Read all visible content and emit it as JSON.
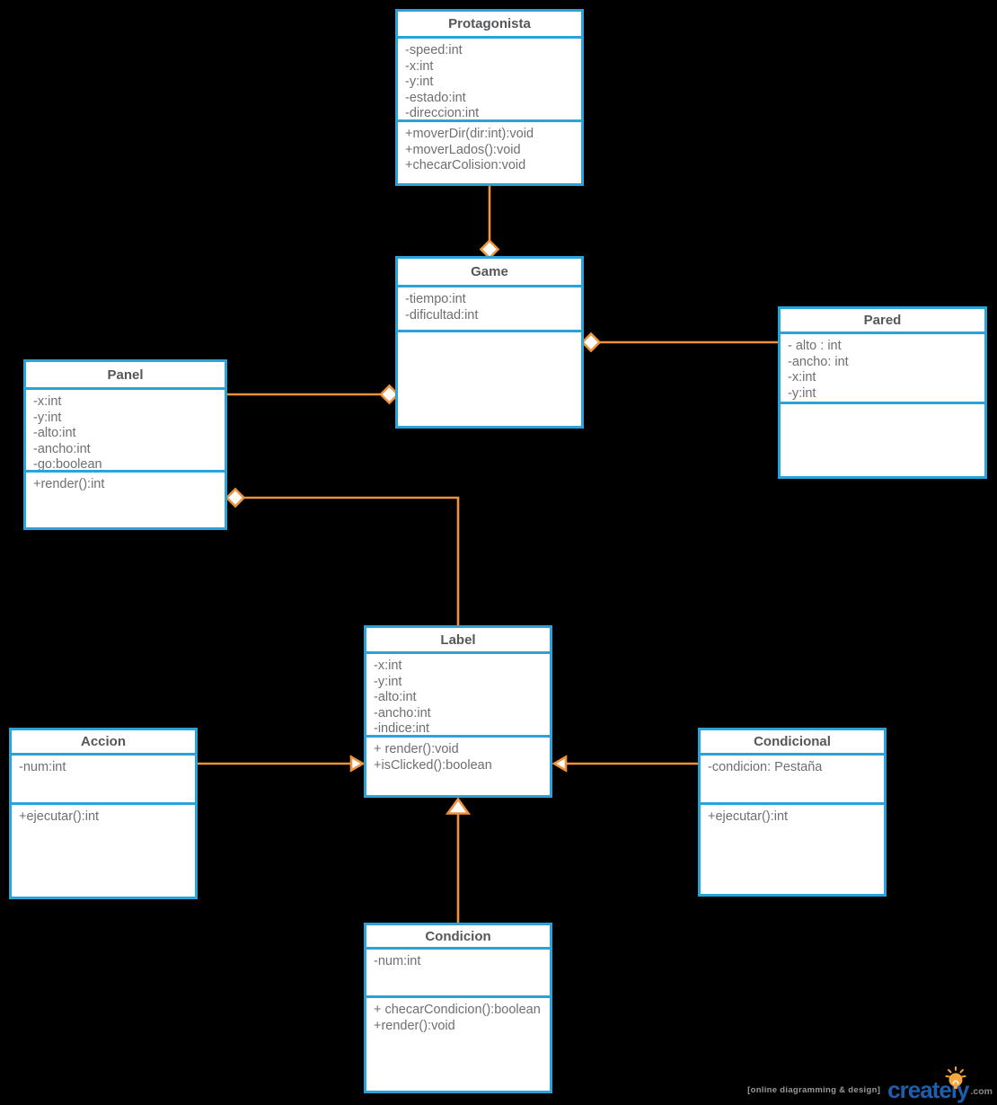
{
  "diagram": {
    "kind": "uml-class-diagram",
    "background": "#000000"
  },
  "palette": {
    "box_border": "#2aa3db",
    "box_fill": "#ffffff",
    "connector": "#f0923c",
    "header_text": "#55575b",
    "body_text": "#6d6f73",
    "brand_blue": "#1d5fae",
    "bulb_yellow": "#f9a63c"
  },
  "classes": [
    {
      "name": "Protagonista",
      "attributes": [
        "-speed:int",
        "-x:int",
        "-y:int",
        "-estado:int",
        "-direccion:int"
      ],
      "methods": [
        "+moverDir(dir:int):void",
        "+moverLados():void",
        "+checarColision:void"
      ]
    },
    {
      "name": "Game",
      "attributes": [
        "-tiempo:int",
        "-dificultad:int"
      ],
      "methods": []
    },
    {
      "name": "Pared",
      "attributes": [
        "- alto : int",
        "-ancho: int",
        "-x:int",
        "-y:int"
      ],
      "methods": []
    },
    {
      "name": "Panel",
      "attributes": [
        "-x:int",
        "-y:int",
        "-alto:int",
        "-ancho:int",
        "-go:boolean"
      ],
      "methods": [
        "+render():int"
      ]
    },
    {
      "name": "Label",
      "attributes": [
        "-x:int",
        "-y:int",
        "-alto:int",
        "-ancho:int",
        "-indice:int"
      ],
      "methods": [
        "+ render():void",
        "+isClicked():boolean"
      ]
    },
    {
      "name": "Accion",
      "attributes": [
        "-num:int"
      ],
      "methods": [
        "+ejecutar():int"
      ]
    },
    {
      "name": "Condicional",
      "attributes": [
        "-condicion: Pestaña"
      ],
      "methods": [
        "+ejecutar():int"
      ]
    },
    {
      "name": "Condicion",
      "attributes": [
        "-num:int"
      ],
      "methods": [
        "+ checarCondicion():boolean",
        "+render():void"
      ]
    }
  ],
  "relationships": [
    {
      "from": "Protagonista",
      "to": "Game",
      "type": "aggregation",
      "diamond_at": "Game top"
    },
    {
      "from": "Pared",
      "to": "Game",
      "type": "aggregation",
      "diamond_at": "Game right"
    },
    {
      "from": "Panel",
      "to": "Game",
      "type": "aggregation",
      "diamond_at": "Game left"
    },
    {
      "from": "Label",
      "to": "Panel",
      "type": "aggregation",
      "diamond_at": "Panel right"
    },
    {
      "from": "Accion",
      "to": "Label",
      "type": "directed-association",
      "arrow_at": "Label left"
    },
    {
      "from": "Condicional",
      "to": "Label",
      "type": "directed-association",
      "arrow_at": "Label right"
    },
    {
      "from": "Condicion",
      "to": "Label",
      "type": "generalization",
      "arrow_at": "Label bottom"
    }
  ],
  "watermark": {
    "tagline": "[online diagramming & design]",
    "brand": "creately",
    "domain": ".com"
  }
}
